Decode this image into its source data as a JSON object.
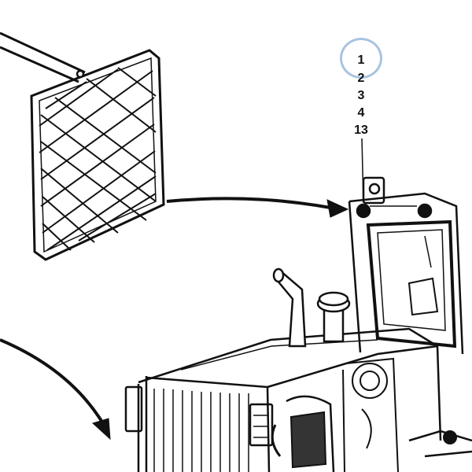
{
  "callouts": {
    "items": [
      "1",
      "2",
      "3",
      "4",
      "13"
    ],
    "highlighted": "1",
    "highlight_color": "#a8c4e0"
  },
  "colors": {
    "line": "#111111",
    "background": "#ffffff"
  }
}
